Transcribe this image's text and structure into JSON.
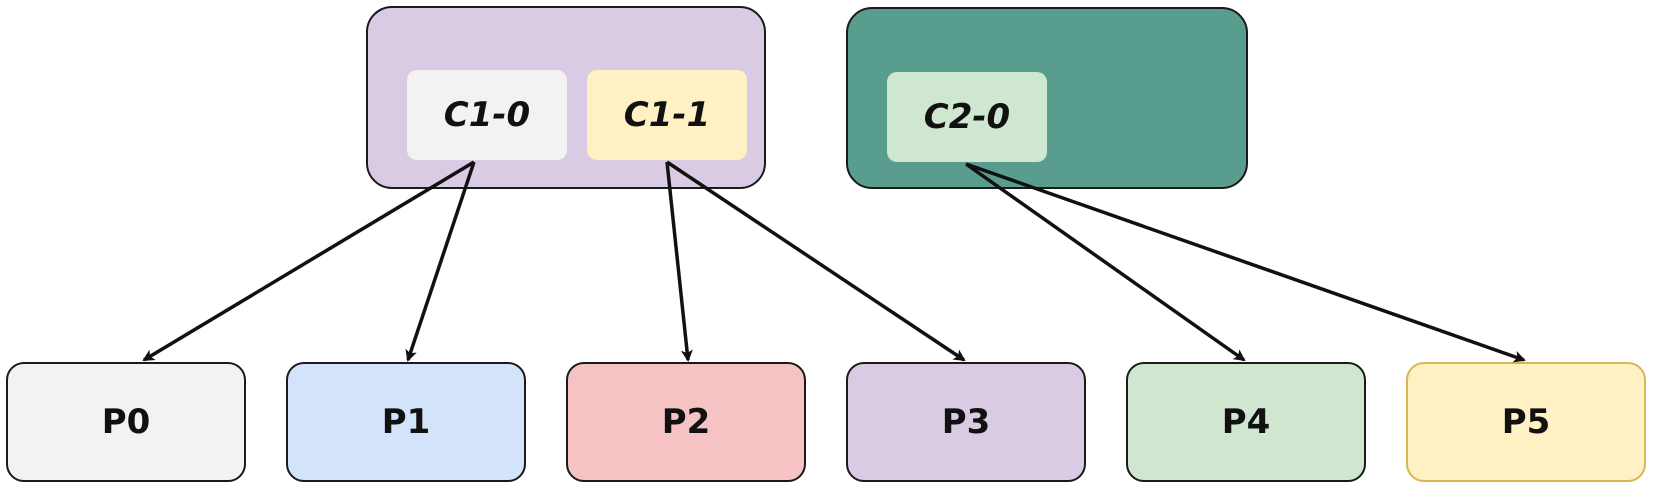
{
  "groups": [
    {
      "id": "group-1",
      "color": "#dacbe5",
      "consumers": [
        {
          "label": "C1-0",
          "color": "#f2f2f2"
        },
        {
          "label": "C1-1",
          "color": "#fff1c3"
        }
      ]
    },
    {
      "id": "group-2",
      "color": "#589d8e",
      "consumers": [
        {
          "label": "C2-0",
          "color": "#cfe6d0"
        }
      ]
    }
  ],
  "partitions": [
    {
      "label": "P0",
      "color": "#f2f2f2",
      "border": "#1a1a1a"
    },
    {
      "label": "P1",
      "color": "#d3e3fa",
      "border": "#1a1a1a"
    },
    {
      "label": "P2",
      "color": "#f5c3c3",
      "border": "#1a1a1a"
    },
    {
      "label": "P3",
      "color": "#dacbe5",
      "border": "#1a1a1a"
    },
    {
      "label": "P4",
      "color": "#d0e6d0",
      "border": "#1a1a1a"
    },
    {
      "label": "P5",
      "color": "#fff1c3",
      "border": "#d6b656"
    }
  ],
  "assignments": [
    {
      "from": "C1-0",
      "to": "P0"
    },
    {
      "from": "C1-0",
      "to": "P1"
    },
    {
      "from": "C1-1",
      "to": "P2"
    },
    {
      "from": "C1-1",
      "to": "P3"
    },
    {
      "from": "C2-0",
      "to": "P4"
    },
    {
      "from": "C2-0",
      "to": "P5"
    }
  ]
}
